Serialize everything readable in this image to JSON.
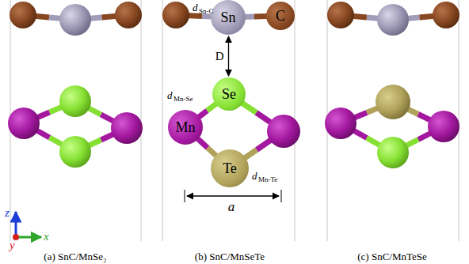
{
  "diagram": {
    "nodes": [
      {
        "text": [
          "Sn"
        ]
      },
      {
        "text": [
          "C"
        ]
      },
      {
        "text": [
          "Se"
        ]
      },
      {
        "text": [
          "Mn"
        ]
      },
      {
        "text": [
          "Te"
        ]
      }
    ],
    "edges": [
      {
        "from": 0,
        "to": 2,
        "label": "D",
        "arrow": "both"
      }
    ],
    "labels": [
      "d",
      "Sn-C",
      "d",
      "Mn-Se",
      "d",
      "Mn-Te",
      "a",
      "z",
      "y",
      "x",
      "(a) SnC/MnSe₂",
      "(b) SnC/MnSeTe",
      "(c) SnC/MnTeSe"
    ]
  }
}
